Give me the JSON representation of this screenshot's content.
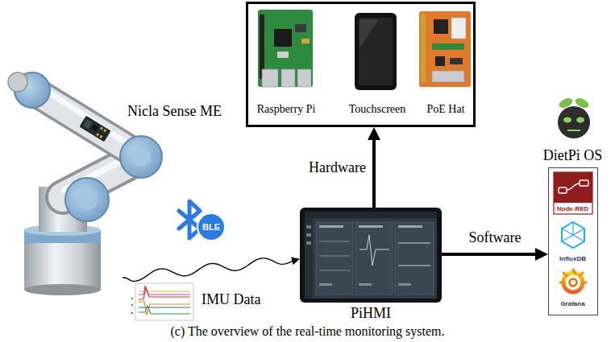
{
  "diagram": {
    "caption": "(c) The overview of the real-time monitoring system.",
    "nodes": [
      {
        "text": [
          "Raspberry Pi",
          "Touchscreen",
          "PoE Hat"
        ]
      },
      {
        "text": [
          "Nicla Sense ME"
        ]
      },
      {
        "text": [
          "PiHMI"
        ]
      },
      {
        "text": [
          "DietPi OS",
          "Node-RED",
          "InfluxDB",
          "Grafana"
        ]
      }
    ],
    "edges": [
      {
        "from": 2,
        "to": 0,
        "label": "Hardware",
        "arrow": "to"
      },
      {
        "from": 2,
        "to": 3,
        "label": "Software",
        "arrow": "to"
      },
      {
        "from": 1,
        "to": 2,
        "arrow": "to"
      }
    ],
    "labels": [
      "BLE",
      "IMU Data"
    ]
  }
}
